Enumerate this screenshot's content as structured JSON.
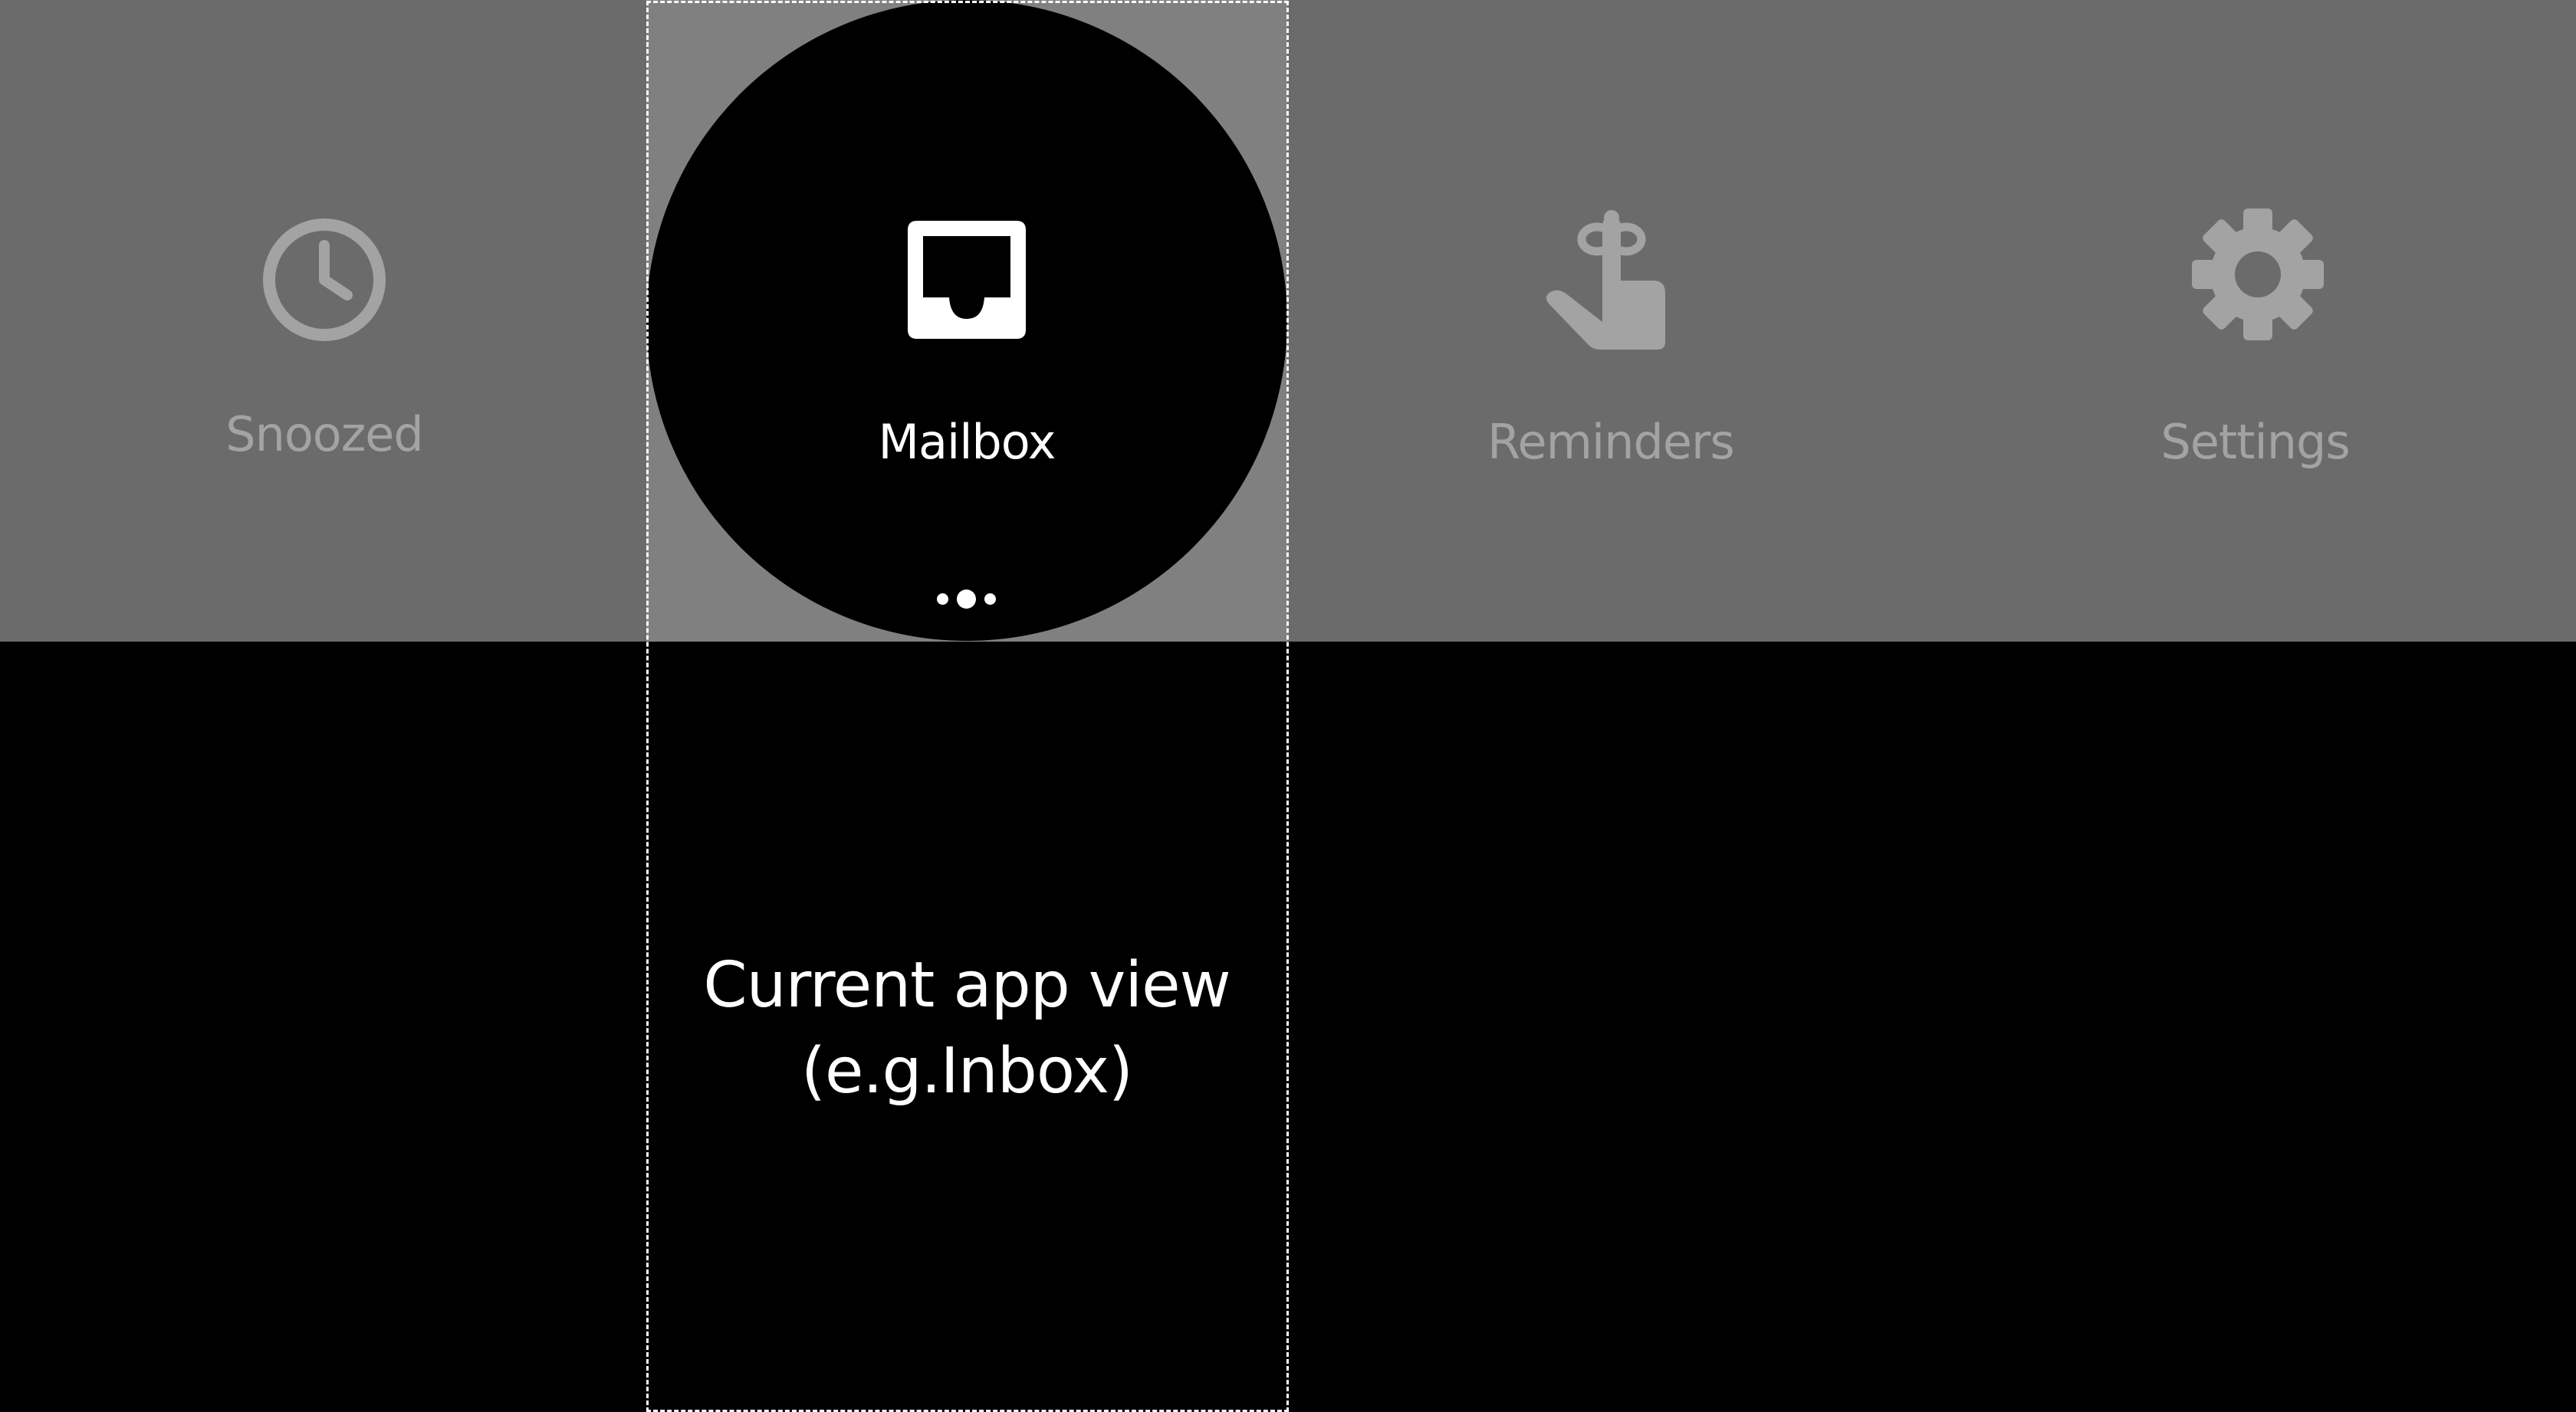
{
  "colors": {
    "drawer_background": "#6b6b6b",
    "current_column_background": "#808080",
    "bezel": "#000000",
    "inactive_icon": "#a3a3a3",
    "active": "#ffffff",
    "page_background": "#000000"
  },
  "drawer": {
    "items": [
      {
        "label": "Snoozed",
        "icon": "clock-icon",
        "active": false
      },
      {
        "label": "Mailbox",
        "icon": "inbox-tray-icon",
        "active": true
      },
      {
        "label": "Reminders",
        "icon": "finger-string-icon",
        "active": false
      },
      {
        "label": "Settings",
        "icon": "gear-icon",
        "active": false
      }
    ],
    "more_indicator": "more-dots-icon"
  },
  "app_view": {
    "line1": "Current app view",
    "line2": "(e.g.Inbox)"
  }
}
